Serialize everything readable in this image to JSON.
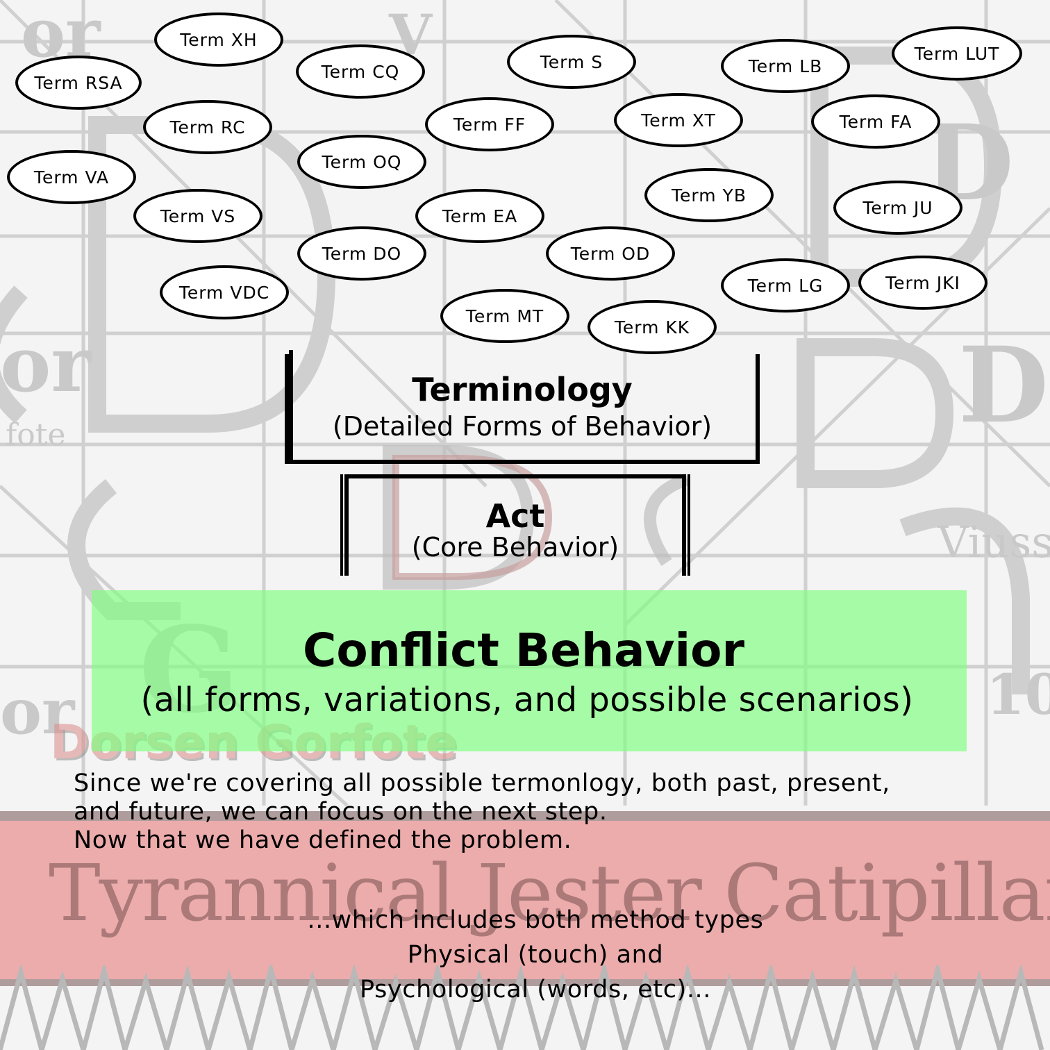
{
  "terms": [
    {
      "id": "xh",
      "label": "Term XH"
    },
    {
      "id": "rsa",
      "label": "Term RSA"
    },
    {
      "id": "cq",
      "label": "Term CQ"
    },
    {
      "id": "s",
      "label": "Term S"
    },
    {
      "id": "lb",
      "label": "Term LB"
    },
    {
      "id": "lut",
      "label": "Term LUT"
    },
    {
      "id": "rc",
      "label": "Term RC"
    },
    {
      "id": "ff",
      "label": "Term FF"
    },
    {
      "id": "xt",
      "label": "Term XT"
    },
    {
      "id": "fa",
      "label": "Term FA"
    },
    {
      "id": "va",
      "label": "Term VA"
    },
    {
      "id": "oq",
      "label": "Term OQ"
    },
    {
      "id": "yb",
      "label": "Term YB"
    },
    {
      "id": "ju",
      "label": "Term JU"
    },
    {
      "id": "vs",
      "label": "Term VS"
    },
    {
      "id": "ea",
      "label": "Term EA"
    },
    {
      "id": "do",
      "label": "Term DO"
    },
    {
      "id": "od",
      "label": "Term OD"
    },
    {
      "id": "vdc",
      "label": "Term VDC"
    },
    {
      "id": "lg",
      "label": "Term LG"
    },
    {
      "id": "jki",
      "label": "Term JKI"
    },
    {
      "id": "mt",
      "label": "Term MT"
    },
    {
      "id": "kk",
      "label": "Term KK"
    }
  ],
  "terminology": {
    "title": "Terminology",
    "subtitle": "(Detailed Forms of Behavior)"
  },
  "act": {
    "title": "Act",
    "subtitle": "(Core Behavior)"
  },
  "conflict": {
    "title": "Conflict Behavior",
    "subtitle": "(all forms, variations, and possible scenarios)"
  },
  "paragraph": {
    "line1": "Since we're covering all possible termonlogy, both past, present,",
    "line2": "and future, we can focus on the next step.",
    "line3": "Now that we have defined the problem."
  },
  "methods": {
    "line1": "...which includes both method types",
    "line2": "Physical (touch) and",
    "line3": "Psychological (words, etc)..."
  },
  "watermark": {
    "author": "Dorsen Gorfote",
    "series": "Tyrannical Jester Catipillar"
  },
  "colors": {
    "green_box": "#80ff80",
    "red_band": "#e68080",
    "background": "#f4f4f4"
  }
}
